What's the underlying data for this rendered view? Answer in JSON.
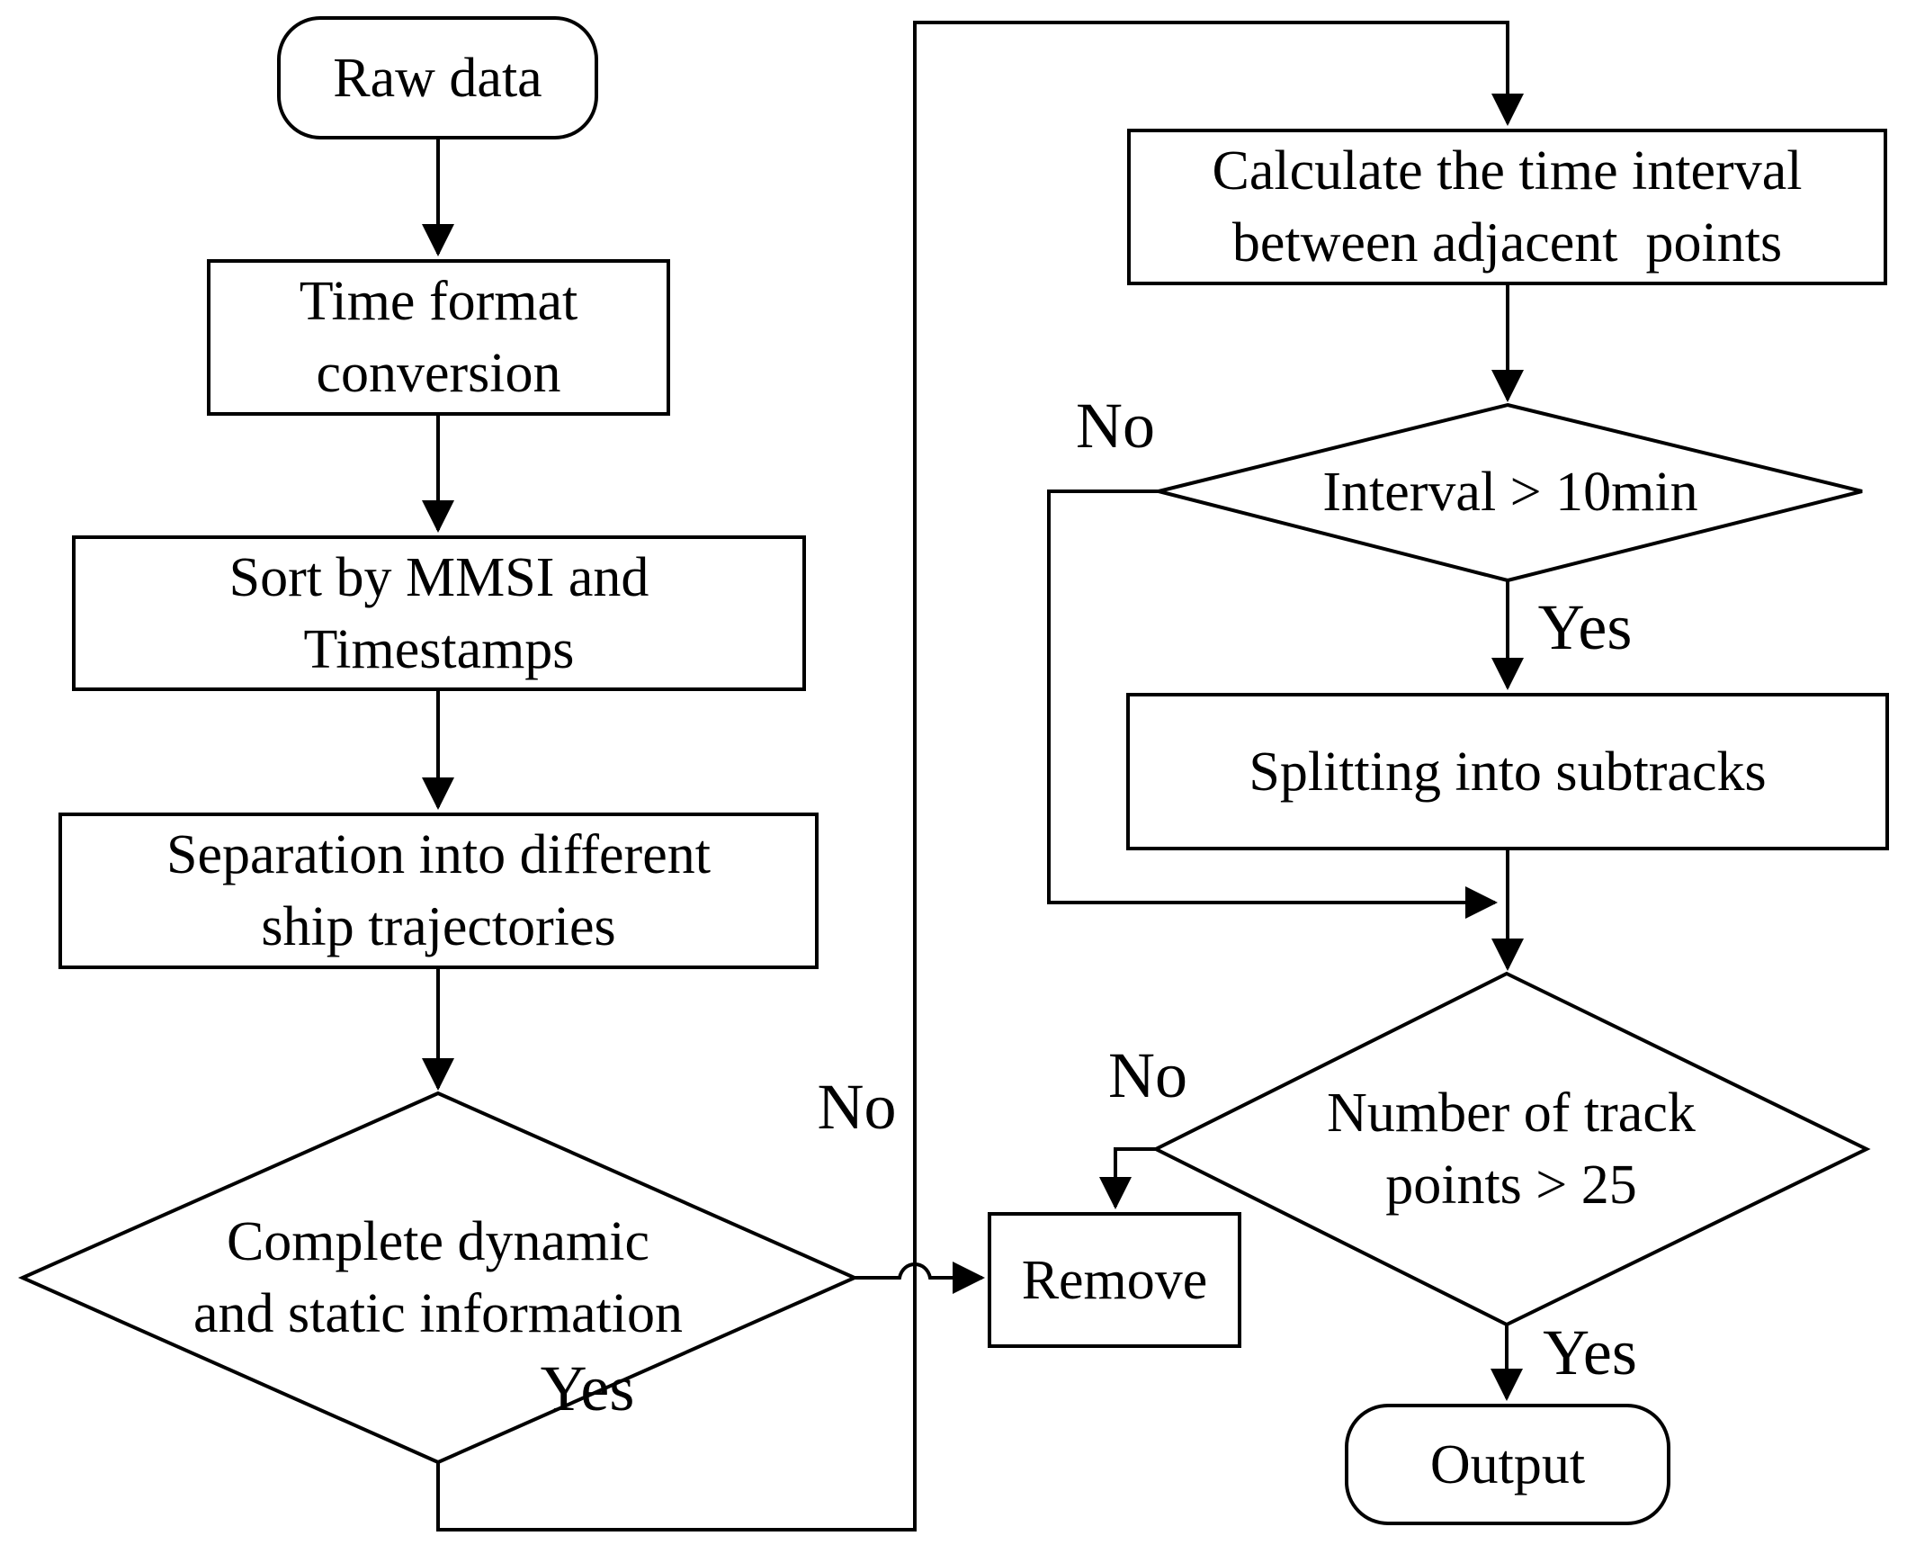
{
  "diagram": {
    "title": "AIS trajectory preprocessing flowchart",
    "colors": {
      "stroke": "#000000",
      "background": "#ffffff"
    },
    "nodes": {
      "raw_data": {
        "type": "terminator",
        "label": "Raw data"
      },
      "time_format": {
        "type": "process",
        "label": "Time format\nconversion"
      },
      "sort": {
        "type": "process",
        "label": "Sort by MMSI and\nTimestamps"
      },
      "separation": {
        "type": "process",
        "label": "Separation into different\nship trajectories"
      },
      "complete_info": {
        "type": "decision",
        "label": "Complete dynamic\nand static information"
      },
      "remove": {
        "type": "process",
        "label": "Remove"
      },
      "calculate": {
        "type": "process",
        "label": "Calculate the time interval\nbetween adjacent  points"
      },
      "interval": {
        "type": "decision",
        "label": "Interval > 10min"
      },
      "splitting": {
        "type": "process",
        "label": "Splitting into subtracks"
      },
      "track_points": {
        "type": "decision",
        "label": "Number of track\npoints > 25"
      },
      "output": {
        "type": "terminator",
        "label": "Output"
      }
    },
    "edge_labels": {
      "complete_no": "No",
      "complete_yes": "Yes",
      "interval_no": "No",
      "interval_yes": "Yes",
      "track_no": "No",
      "track_yes": "Yes"
    }
  }
}
